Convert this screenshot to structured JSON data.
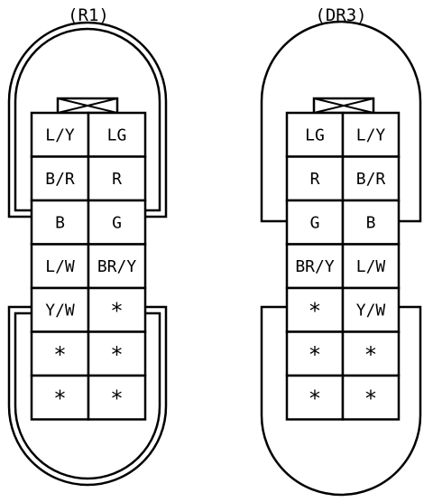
{
  "connectors": [
    {
      "id": "r1",
      "title": "(R1)",
      "rows": [
        [
          "L/Y",
          "LG"
        ],
        [
          "B/R",
          "R"
        ],
        [
          "B",
          "G"
        ],
        [
          "L/W",
          "BR/Y"
        ],
        [
          "Y/W",
          "*"
        ],
        [
          "*",
          "*"
        ],
        [
          "*",
          "*"
        ]
      ]
    },
    {
      "id": "dr3",
      "title": "(DR3)",
      "rows": [
        [
          "LG",
          "L/Y"
        ],
        [
          "R",
          "B/R"
        ],
        [
          "G",
          "B"
        ],
        [
          "BR/Y",
          "L/W"
        ],
        [
          "*",
          "Y/W"
        ],
        [
          "*",
          "*"
        ],
        [
          "*",
          "*"
        ]
      ]
    }
  ]
}
